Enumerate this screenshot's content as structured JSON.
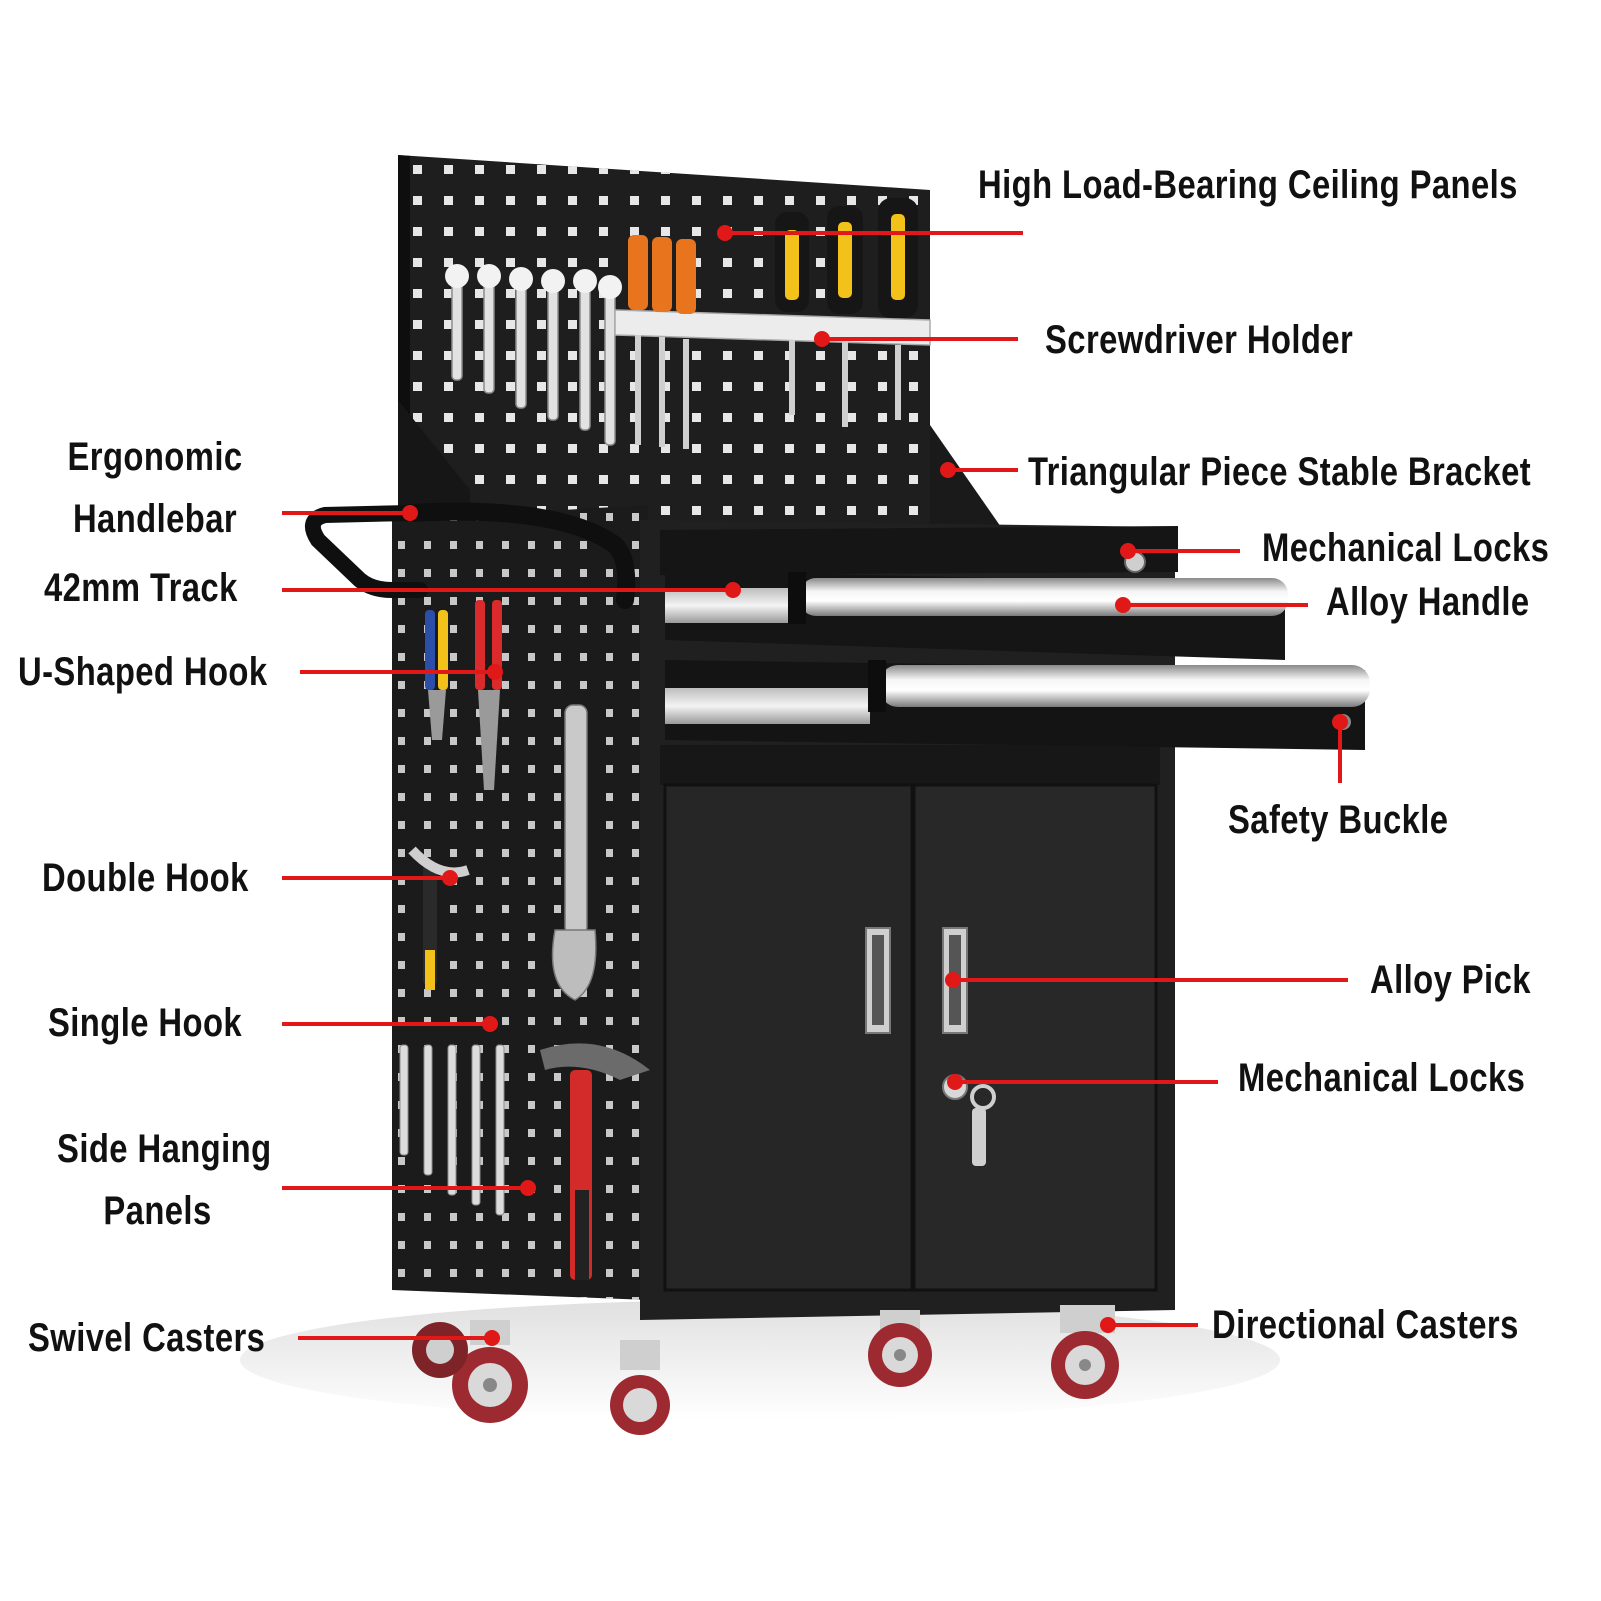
{
  "labels": {
    "ceiling_panels": "High Load-Bearing Ceiling Panels",
    "screwdriver_holder": "Screwdriver Holder",
    "triangular_bracket": "Triangular Piece Stable Bracket",
    "mechanical_locks_top": "Mechanical Locks",
    "alloy_handle": "Alloy Handle",
    "safety_buckle": "Safety Buckle",
    "alloy_pick": "Alloy Pick",
    "mechanical_locks_door": "Mechanical Locks",
    "directional_casters": "Directional Casters",
    "ergonomic_line1": "Ergonomic",
    "ergonomic_line2": "Handlebar",
    "track": "42mm Track",
    "u_hook": "U-Shaped Hook",
    "double_hook": "Double Hook",
    "single_hook": "Single Hook",
    "side_panels_line1": "Side Hanging",
    "side_panels_line2": "Panels",
    "swivel_casters": "Swivel Casters"
  },
  "colors": {
    "callout": "#e01818",
    "cabinet": "#1e1e1e",
    "cabinet_dark": "#141414",
    "cabinet_light": "#2d2d2d",
    "pegboard_hole": "#f2f2f2",
    "wheel": "#9c2a30",
    "chrome": "#d9d9d9",
    "orange": "#e8751e",
    "yellow": "#f2c21b"
  },
  "icons": [
    "wrench-icon",
    "screwdriver-icon",
    "pliers-icon",
    "hammer-icon",
    "lock-icon",
    "caster-icon"
  ]
}
